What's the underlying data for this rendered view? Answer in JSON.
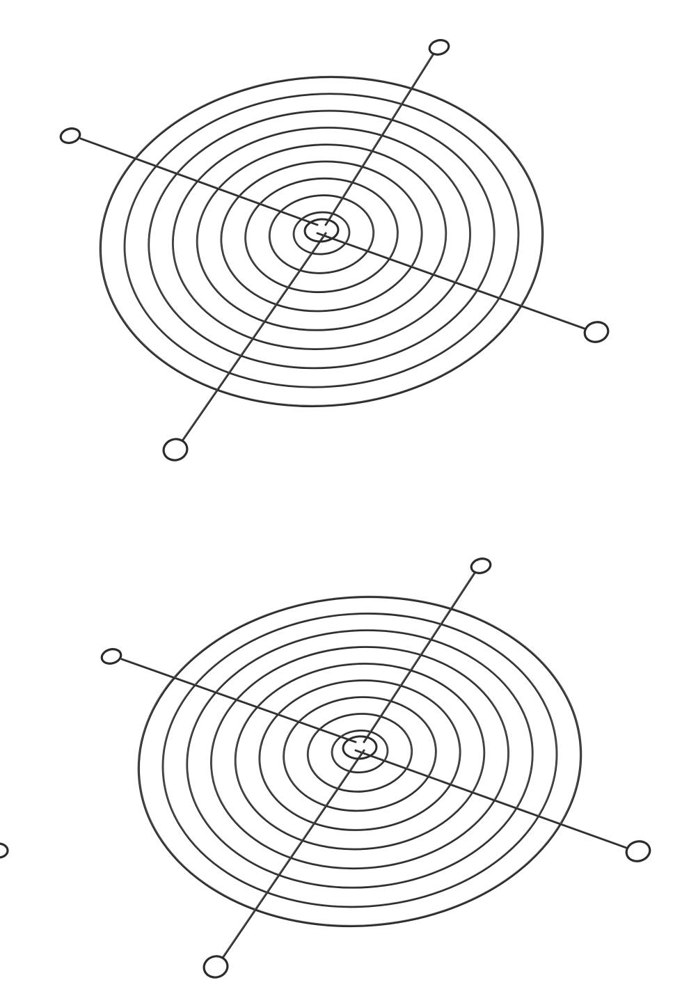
{
  "image": {
    "subject": "fan-guard-grill",
    "background_color": "#ffffff",
    "wire_color": "#2b2b2b",
    "highlight_color": "#8a8a8a",
    "grills_visible": 2,
    "rings_per_grill": 9,
    "mounting_spokes_per_grill": 4,
    "cropped_partial_eye_visible": true
  }
}
